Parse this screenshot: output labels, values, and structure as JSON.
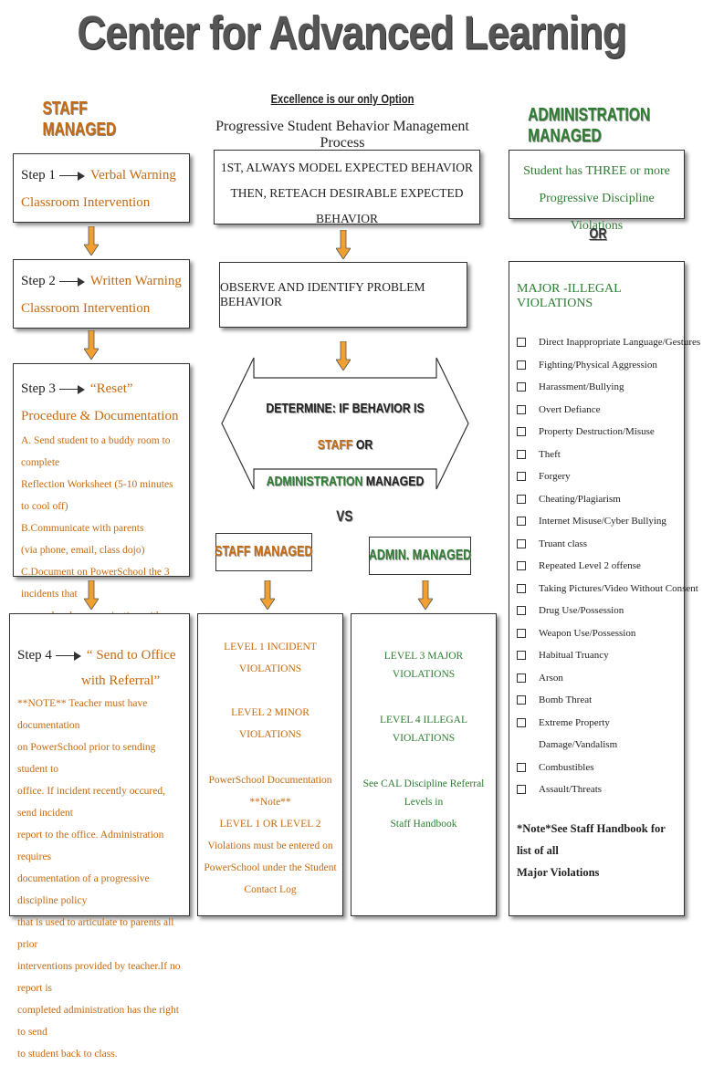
{
  "title": "Center for Advanced Learning",
  "tagline": "Excellence is our only Option",
  "subtitle": "Progressive Student Behavior Management Process",
  "left_header": "STAFF MANAGED",
  "right_header": "ADMINISTRATION MANAGED",
  "steps": {
    "s1": {
      "label": "Step 1",
      "title": "Verbal Warning",
      "line2": "Classroom Intervention"
    },
    "s2": {
      "label": "Step 2",
      "title": "Written Warning",
      "line2": "Classroom Intervention"
    },
    "s3": {
      "label": "Step 3",
      "title": "“Reset”",
      "line2": "Procedure & Documentation",
      "details": [
        "A. Send student to a buddy room to complete",
        "Reflection Worksheet (5-10 minutes to cool off)",
        "B.Communicate with parents",
        "(via phone, email, class dojo)",
        "C.Document on PowerSchool the 3 incidents that",
        "occured and communication with parents."
      ]
    },
    "s4": {
      "label": "Step 4",
      "title": "“ Send to Office",
      "line2": "with Referral”",
      "details": [
        "**NOTE** Teacher must have documentation",
        "on PowerSchool prior to sending student to",
        "office. If incident recently occured, send incident",
        "report to the office. Administration requires",
        "documentation of a progressive discipline policy",
        "that is used to articulate to parents all prior",
        "interventions provided by teacher.If no report is",
        "completed administration has the right to send",
        "to student back to class."
      ]
    }
  },
  "center": {
    "model_lines": [
      "1ST, ALWAYS MODEL EXPECTED BEHAVIOR",
      "THEN, RETEACH DESIRABLE EXPECTED",
      "BEHAVIOR"
    ],
    "observe": "OBSERVE AND IDENTIFY PROBLEM BEHAVIOR",
    "determine_a": "DETERMINE: IF BEHAVIOR IS ",
    "determine_staff": "STAFF",
    "determine_or": " OR",
    "determine_admin": "ADMINISTRATION",
    "determine_managed": " MANAGED",
    "vs": "VS",
    "staff_managed": "STAFF MANAGED",
    "admin_managed": "ADMIN. MANAGED",
    "staff_box": {
      "l1": "LEVEL 1 INCIDENT VIOLATIONS",
      "l2": "LEVEL 2 MINOR VIOLATIONS",
      "ps": [
        "PowerSchool Documentation",
        "**Note**",
        "LEVEL 1 OR LEVEL 2",
        "Violations must be entered on",
        "PowerSchool under the Student",
        "Contact Log"
      ]
    },
    "admin_box": {
      "l3": "LEVEL 3 MAJOR VIOLATIONS",
      "l4": "LEVEL 4 ILLEGAL VIOLATIONS",
      "see": [
        "See CAL Discipline Referral Levels in",
        "Staff Handbook"
      ]
    }
  },
  "right": {
    "three": [
      "Student has THREE or more",
      "Progressive Discipline Violations"
    ],
    "or": "OR",
    "major": "MAJOR -ILLEGAL VIOLATIONS",
    "violations": [
      "Direct Inappropriate Language/Gestures",
      "Fighting/Physical Aggression",
      "Harassment/Bullying",
      "Overt Defiance",
      "Property Destruction/Misuse",
      "Theft",
      "Forgery",
      "Cheating/Plagiarism",
      "Internet Misuse/Cyber Bullying",
      "Truant class",
      "Repeated Level 2 offense",
      "Taking Pictures/Video Without Consent",
      "Drug Use/Possession",
      "Weapon Use/Possession",
      "Habitual Truancy",
      "Arson",
      "Bomb Threat",
      "Extreme Property",
      "Damage/Vandalism",
      "Combustibles",
      "Assault/Threats"
    ],
    "note": [
      "*Note*See Staff Handbook for list of all",
      "Major Violations"
    ]
  },
  "colors": {
    "orange": "#c86a10",
    "green": "#2e7d32",
    "arrow": "#f0a030"
  }
}
